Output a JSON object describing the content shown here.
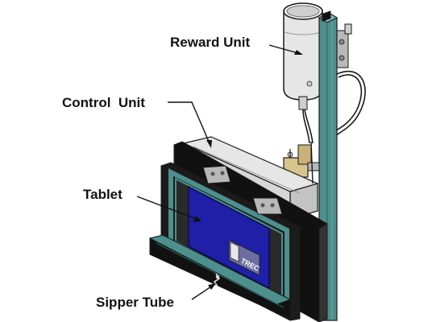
{
  "labels": {
    "reward_unit": "Reward Unit",
    "control_unit": "Control  Unit",
    "tablet": "Tablet",
    "sipper_tube": "Sipper Tube"
  },
  "screen_logo": "TREC",
  "colors": {
    "background": "#ffffff",
    "frame_teal": "#4d8f8c",
    "frame_teal_dark": "#2f6664",
    "panel_black": "#111111",
    "control_box": "#d7d7d7",
    "screen_blue": "#1f1fa8",
    "bracket_gray": "#b8b8b8",
    "bottle_gray": "#e6e6e6",
    "pump_tan": "#d8c48c",
    "outline": "#1a1a1a"
  }
}
